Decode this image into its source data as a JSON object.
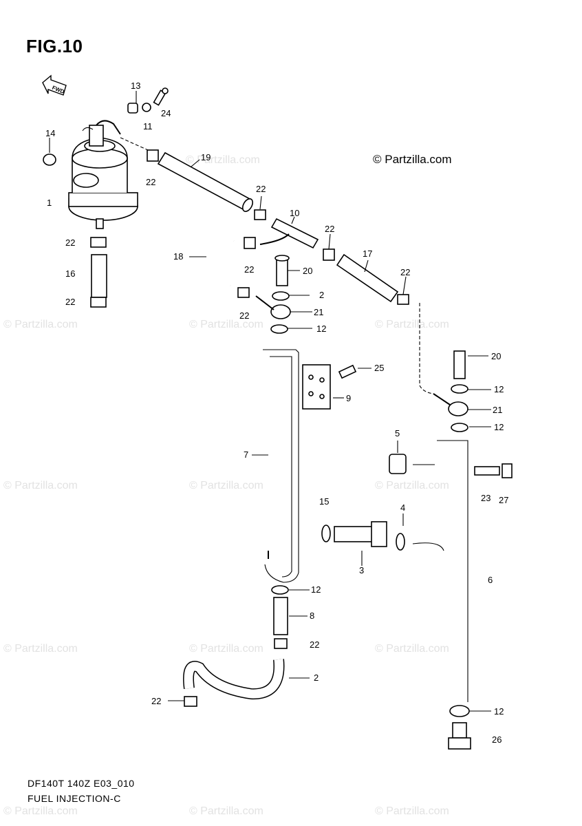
{
  "figure_title": "FIG.10",
  "copyright": "© Partzilla.com",
  "watermark": "© Partzilla.com",
  "caption": {
    "line1": "DF140T 140Z E03_010",
    "line2": "FUEL INJECTION-C"
  },
  "direction_marker": "FWD",
  "callouts": [
    "1",
    "2",
    "3",
    "4",
    "5",
    "6",
    "7",
    "8",
    "9",
    "10",
    "11",
    "12",
    "13",
    "14",
    "15",
    "16",
    "17",
    "18",
    "19",
    "20",
    "21",
    "22",
    "23",
    "24",
    "25",
    "26",
    "27"
  ]
}
